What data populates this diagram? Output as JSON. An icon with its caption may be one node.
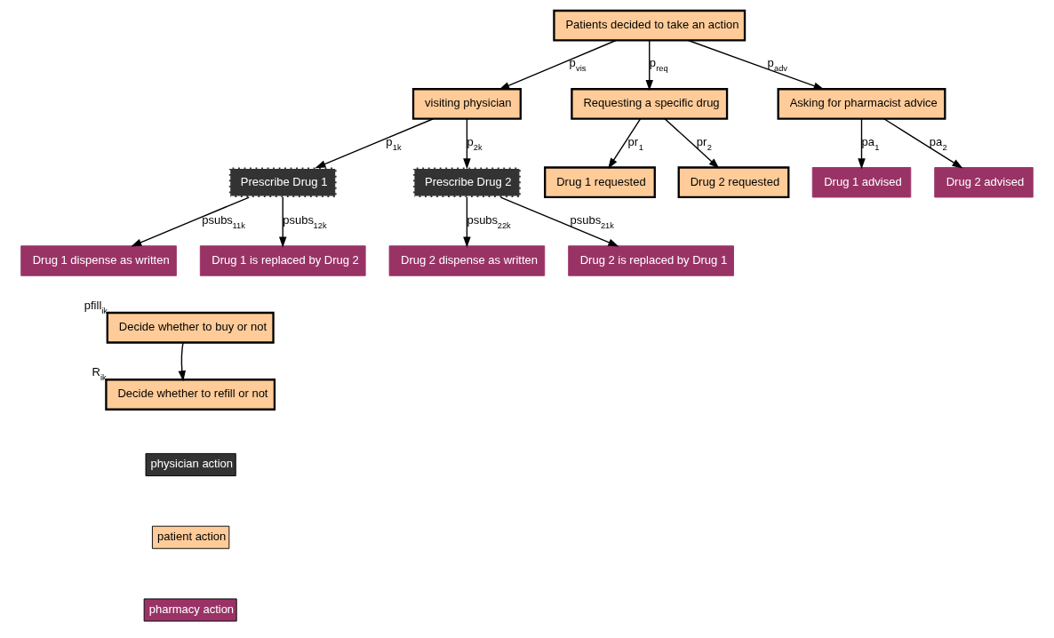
{
  "diagram": {
    "nodes": [
      {
        "text": [
          "Patients decided to take an action"
        ]
      },
      {
        "text": [
          "visiting physician"
        ]
      },
      {
        "text": [
          "Requesting a specific drug"
        ]
      },
      {
        "text": [
          "Asking for pharmacist advice"
        ]
      },
      {
        "text": [
          "Prescribe Drug 1"
        ]
      },
      {
        "text": [
          "Prescribe Drug 2"
        ]
      },
      {
        "text": [
          "Drug 1 dispense as written"
        ]
      },
      {
        "text": [
          "Drug 1 is replaced by Drug 2"
        ]
      },
      {
        "text": [
          "Drug 2 dispense as written"
        ]
      },
      {
        "text": [
          "Drug 2 is replaced by Drug 1"
        ]
      },
      {
        "text": [
          "Drug 1 requested"
        ]
      },
      {
        "text": [
          "Drug 2 requested"
        ]
      },
      {
        "text": [
          "Drug 1 advised"
        ]
      },
      {
        "text": [
          "Drug 2 advised"
        ]
      },
      {
        "text": [
          "Decide whether to buy or not"
        ],
        "beside": [
          "pfill$_{ik}$"
        ]
      },
      {
        "text": [
          "Decide whether to refill or not"
        ],
        "beside": [
          "R$_{ik}$"
        ]
      }
    ],
    "edges": [
      {
        "from": 0,
        "to": 1,
        "arrow": "to",
        "label": "p$_{vis}$"
      },
      {
        "from": 0,
        "to": 2,
        "arrow": "to",
        "label": "p$_{req}$"
      },
      {
        "from": 0,
        "to": 3,
        "arrow": "to",
        "label": "p$_{adv}$"
      },
      {
        "from": 1,
        "to": 4,
        "arrow": "to",
        "label": "p$_{1k}$"
      },
      {
        "from": 1,
        "to": 5,
        "arrow": "to",
        "label": "p$_{2k}$"
      },
      {
        "from": 4,
        "to": 6,
        "arrow": "to",
        "label": "psubs$_{11k}$"
      },
      {
        "from": 4,
        "to": 7,
        "arrow": "to",
        "label": "psubs$_{12k}$"
      },
      {
        "from": 5,
        "to": 8,
        "arrow": "to",
        "label": "psubs$_{22k}$"
      },
      {
        "from": 5,
        "to": 9,
        "arrow": "to",
        "label": "psubs$_{21k}$"
      },
      {
        "from": 2,
        "to": 10,
        "arrow": "to",
        "label": "pr$_{1}$"
      },
      {
        "from": 2,
        "to": 11,
        "arrow": "to",
        "label": "pr$_{2}$"
      },
      {
        "from": 3,
        "to": 12,
        "arrow": "to",
        "label": "pa$_{1}$"
      },
      {
        "from": 3,
        "to": 13,
        "arrow": "to",
        "label": "pa$_{2}$"
      },
      {
        "from": 14,
        "to": 15,
        "arrow": "to"
      }
    ],
    "legend": [
      {
        "text": "physician action",
        "color": "#333333"
      },
      {
        "text": "patient action",
        "color": "#ffcc99"
      },
      {
        "text": "pharmacy action",
        "color": "#993366"
      }
    ]
  }
}
